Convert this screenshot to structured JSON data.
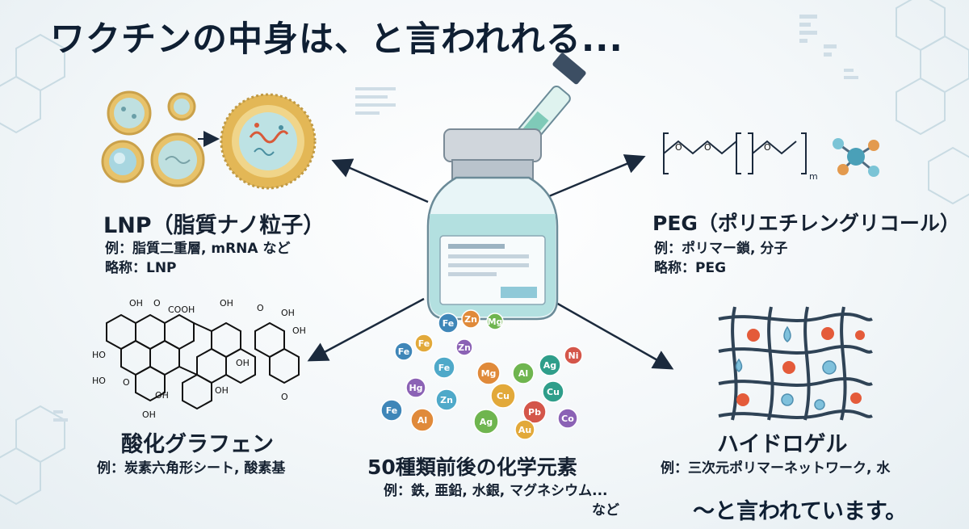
{
  "title": "ワクチンの中身は、と言われれる...",
  "lnp": {
    "heading": "LNP（脂質ナノ粒子）",
    "example": "例：脂質二重層, mRNA など",
    "abbr": "略称：LNP"
  },
  "peg": {
    "heading": "PEG（ポリエチレングリコール）",
    "example": "例：ポリマー鎖, 分子",
    "abbr": "略称：PEG",
    "formula_sub": "m"
  },
  "graphene": {
    "heading": "酸化グラフェン",
    "example": "例：炭素六角形シート, 酸素基",
    "labels": [
      "OH",
      "O",
      "COOH",
      "OH",
      "HO",
      "O",
      "OH",
      "HO",
      "OH",
      "OH",
      "O",
      "OH",
      "O",
      "OH",
      "OH"
    ]
  },
  "elements": {
    "heading": "50種類前後の化学元素",
    "example": "例：鉄, 亜鉛, 水銀, マグネシウム...",
    "etc": "など",
    "symbols": [
      "Fe",
      "Zn",
      "Mg",
      "Fe",
      "Zn",
      "Fe",
      "Ag",
      "Ni",
      "Fe",
      "Mg",
      "Al",
      "Cu",
      "Hg",
      "Zn",
      "Cu",
      "Pb",
      "Fe",
      "Al",
      "Ag",
      "Au",
      "Co"
    ]
  },
  "hydrogel": {
    "heading": "ハイドロゲル",
    "example": "例：三次元ポリマーネットワーク, 水"
  },
  "closing": "〜と言われています。"
}
